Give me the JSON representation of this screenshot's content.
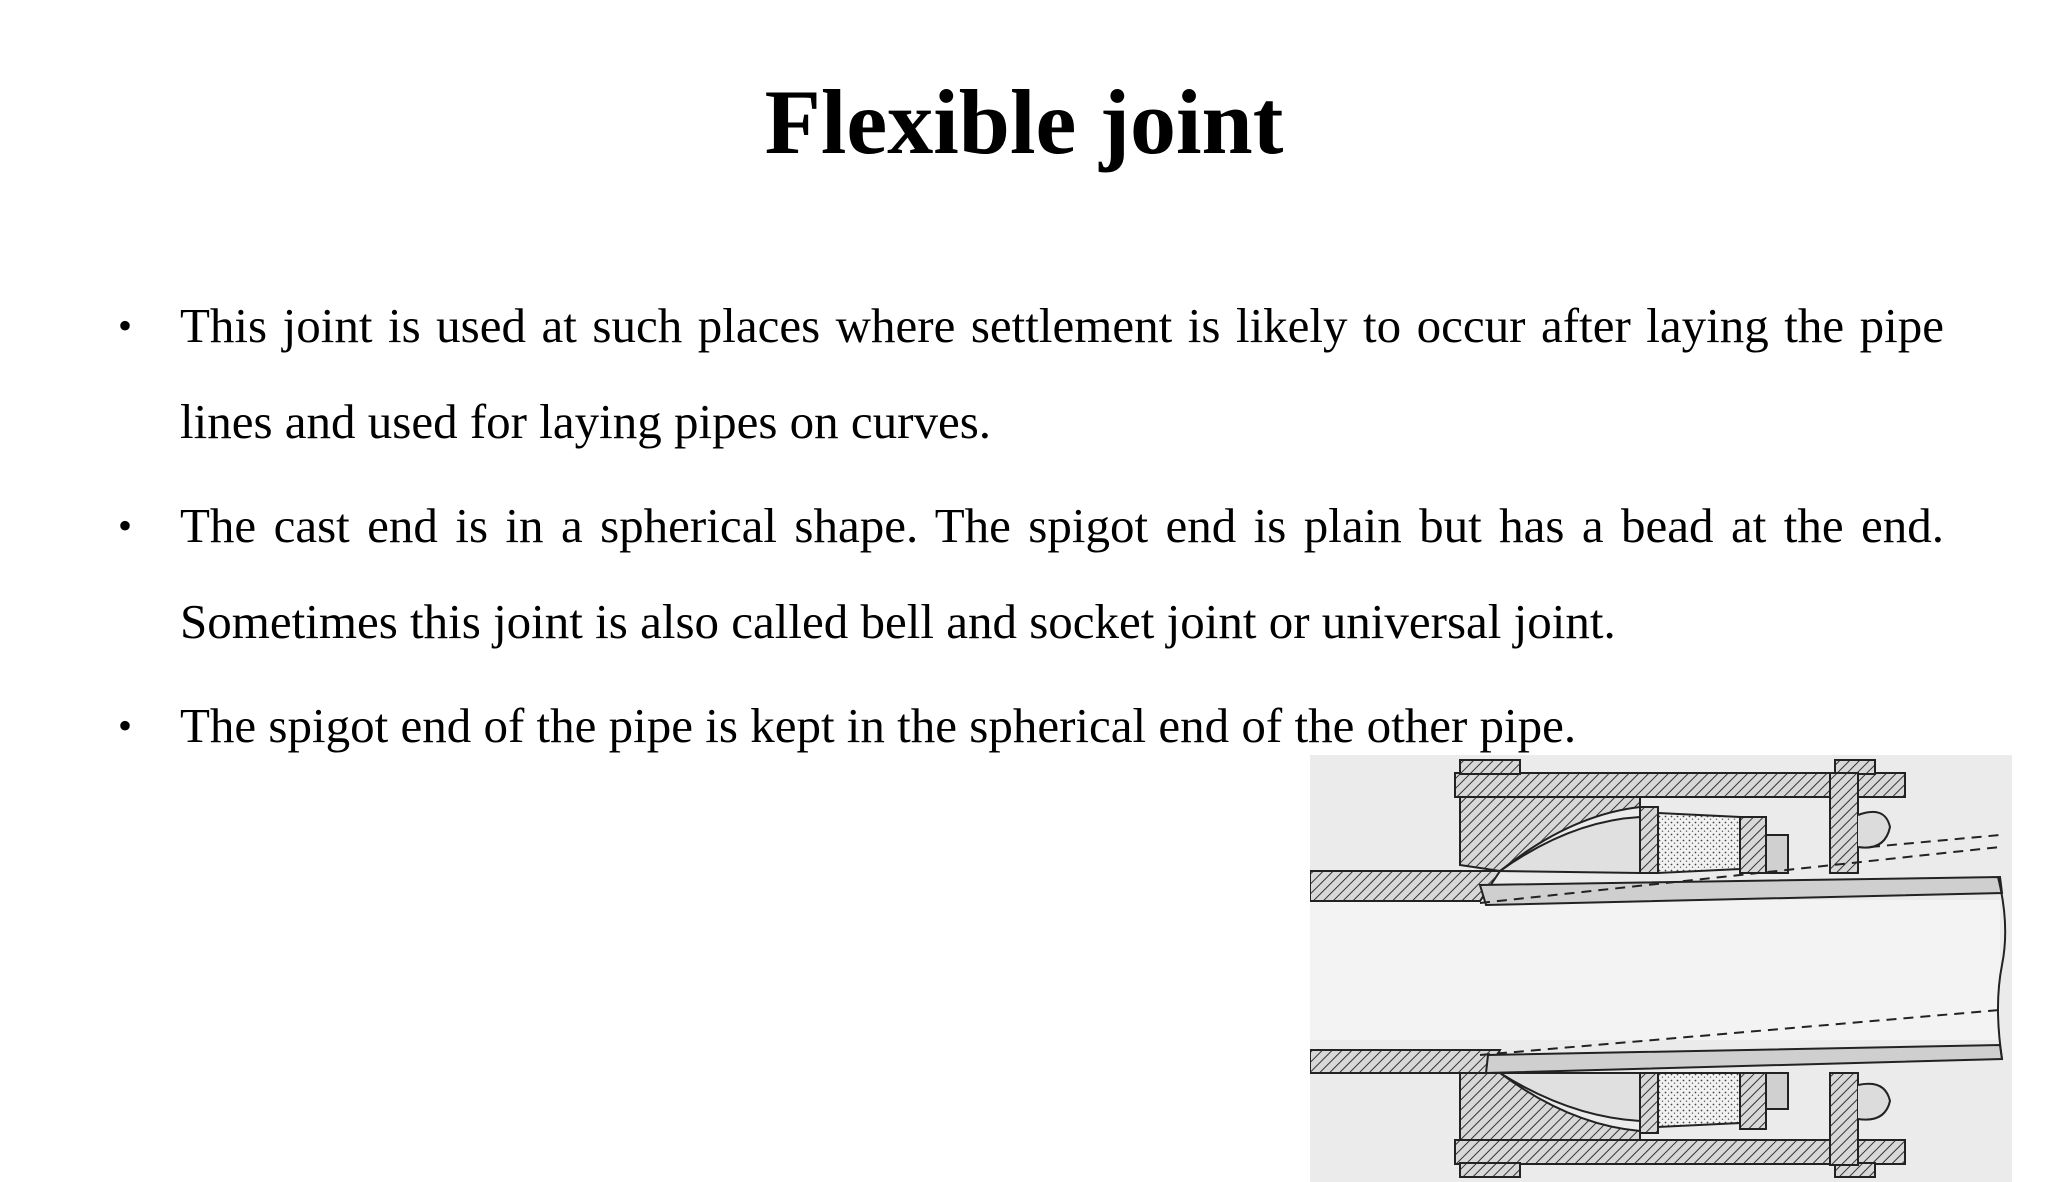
{
  "slide": {
    "title": "Flexible joint",
    "bullets": [
      "This joint is used at such places where settlement is likely to occur after laying the pipe lines and used for laying pipes on curves.",
      "The cast end is in a spherical shape. The spigot end is plain but has a bead at the end. Sometimes this joint is also called bell and socket joint or universal joint.",
      "The spigot end of the pipe is kept in the spherical end of the other pipe."
    ],
    "bullet_symbol": "•",
    "figure": {
      "icon": "flexible-joint-cross-section-drawing"
    }
  }
}
